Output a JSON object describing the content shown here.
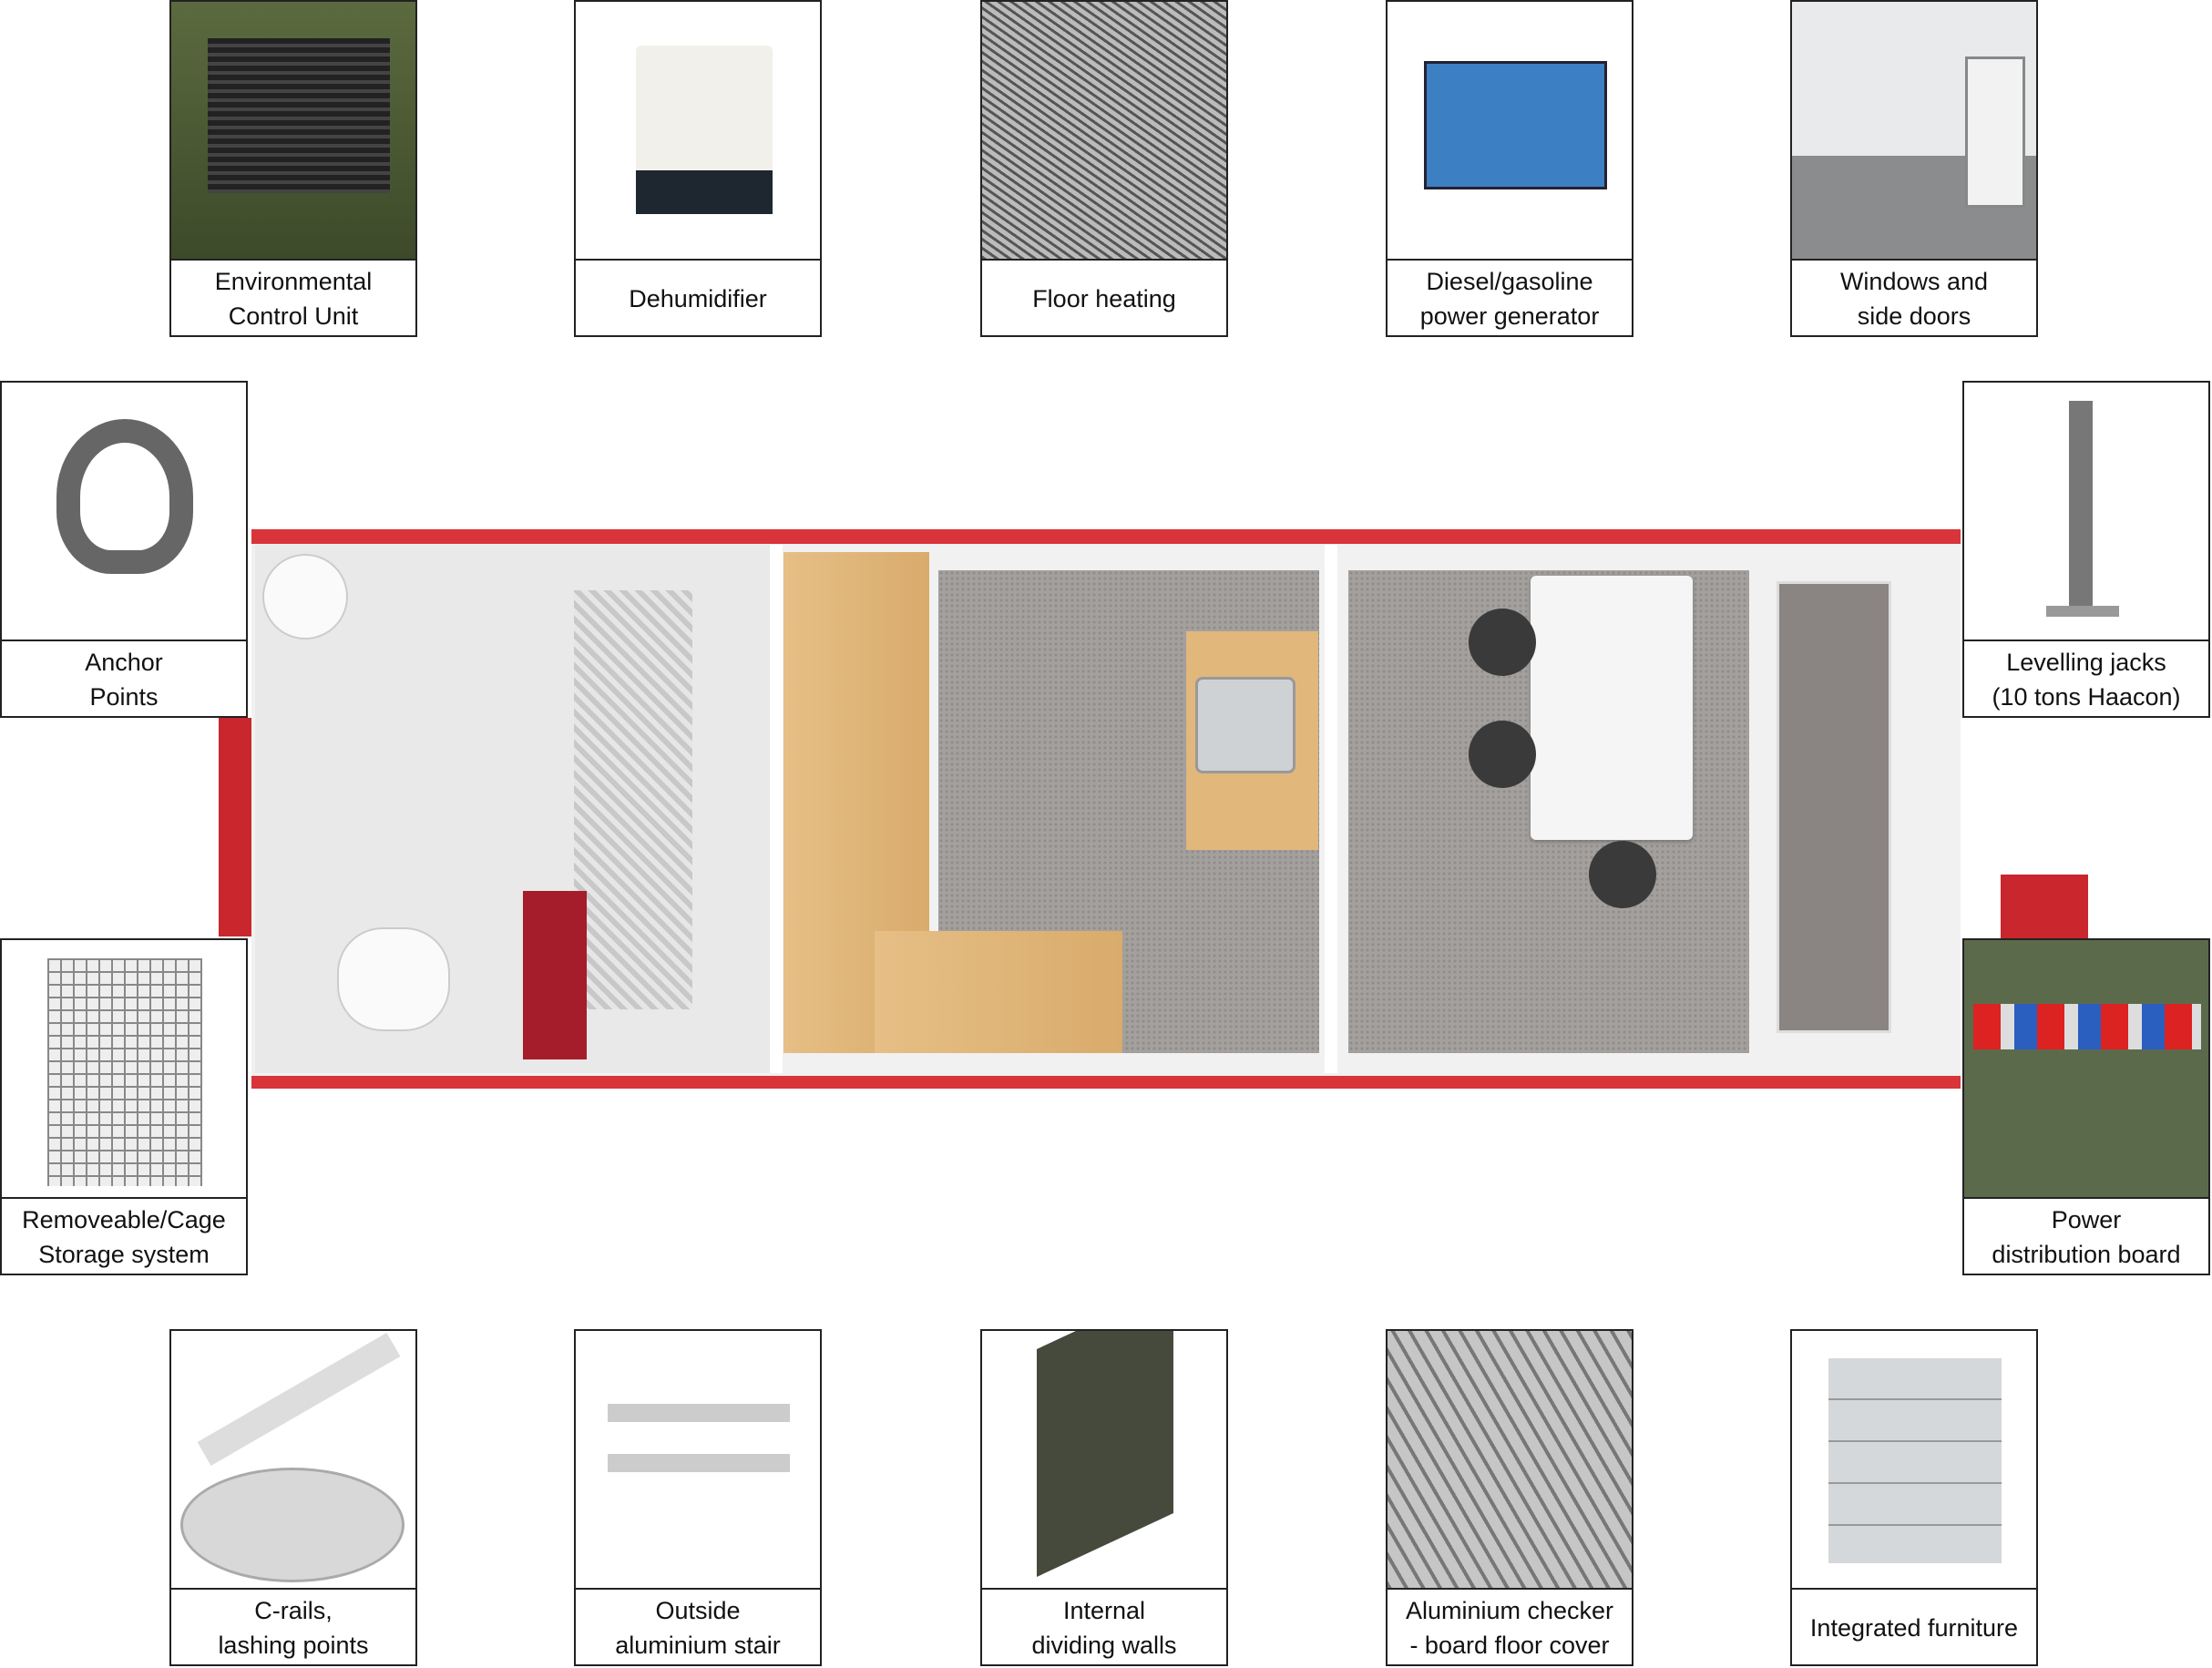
{
  "features": {
    "top": [
      {
        "label": "Environmental\nControl Unit",
        "icon": "ecu-unit"
      },
      {
        "label": "Dehumidifier",
        "icon": "dehumidifier"
      },
      {
        "label": "Floor heating",
        "icon": "floor-heating"
      },
      {
        "label": "Diesel/gasoline\npower generator",
        "icon": "generator"
      },
      {
        "label": "Windows and\nside doors",
        "icon": "windows-doors"
      }
    ],
    "left": [
      {
        "label": "Anchor\nPoints",
        "icon": "anchor-point"
      },
      {
        "label": "Removeable/Cage\nStorage system",
        "icon": "cage-storage"
      }
    ],
    "right": [
      {
        "label": "Levelling jacks\n(10 tons Haacon)",
        "icon": "levelling-jack"
      },
      {
        "label": "Power\ndistribution board",
        "icon": "power-board"
      }
    ],
    "bottom": [
      {
        "label": "C-rails,\nlashing points",
        "icon": "c-rail"
      },
      {
        "label": "Outside\naluminium stair",
        "icon": "stair"
      },
      {
        "label": "Internal\ndividing walls",
        "icon": "dividing-wall"
      },
      {
        "label": "Aluminium checker\n- board floor cover",
        "icon": "checker-plate"
      },
      {
        "label": "Integrated furniture",
        "icon": "furniture"
      }
    ]
  },
  "colors": {
    "container_red": "#d8343a",
    "wood": "#e2b77c",
    "floor": "#9a9794"
  }
}
